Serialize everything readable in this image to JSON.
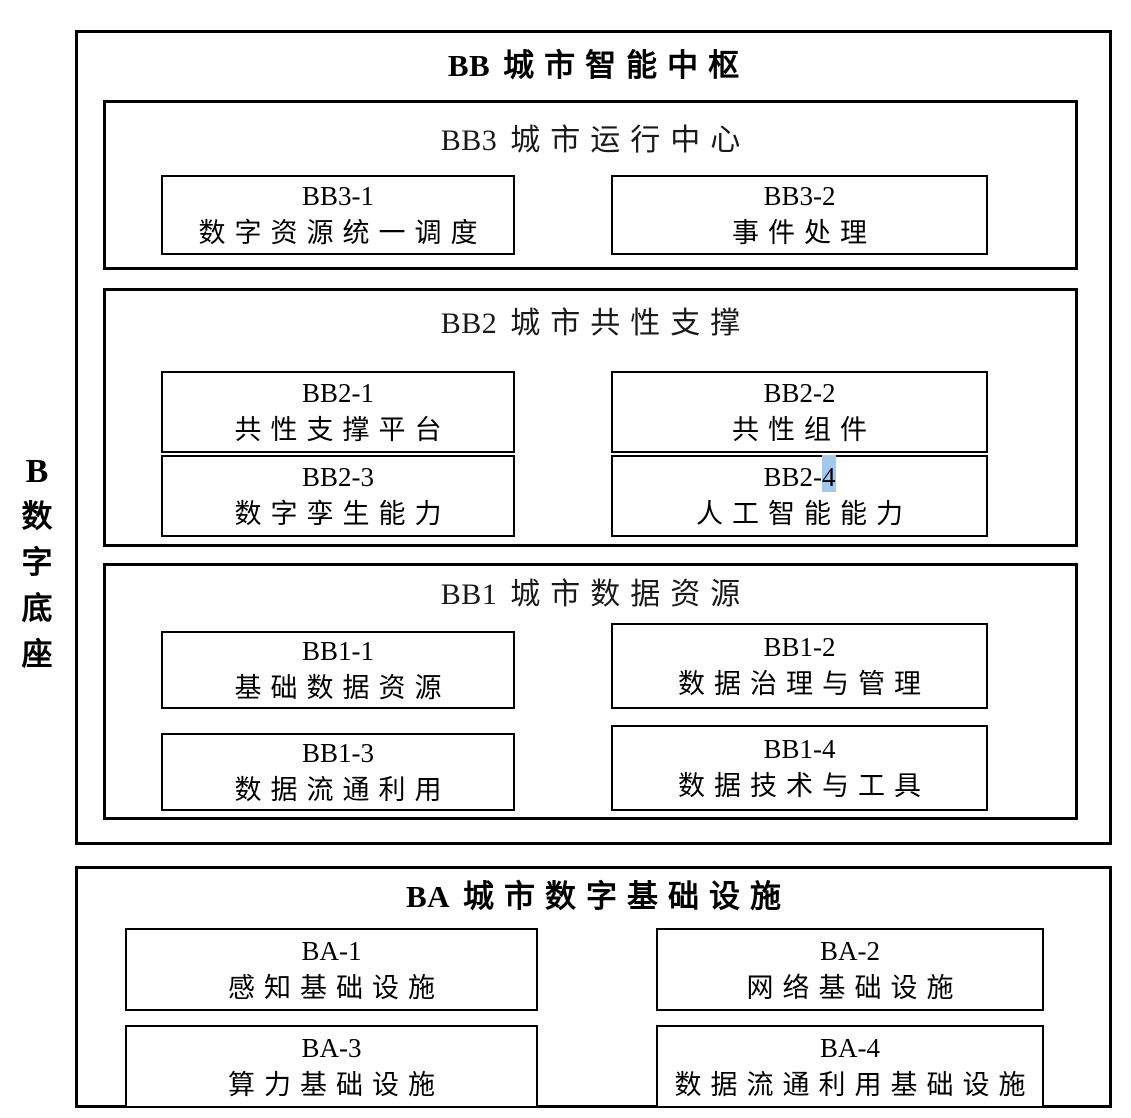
{
  "side_label": {
    "code": "B",
    "text": "数字底座"
  },
  "hub": {
    "title_code": "BB",
    "title_text": "城市智能中枢",
    "sections": [
      {
        "title_code": "BB3",
        "title_text": "城市运行中心",
        "boxes": [
          {
            "code": "BB3-1",
            "label": "数字资源统一调度"
          },
          {
            "code": "BB3-2",
            "label": "事件处理"
          }
        ]
      },
      {
        "title_code": "BB2",
        "title_text": "城市共性支撑",
        "boxes": [
          {
            "code": "BB2-1",
            "label": "共性支撑平台"
          },
          {
            "code": "BB2-2",
            "label": "共性组件"
          },
          {
            "code": "BB2-3",
            "label": "数字孪生能力"
          },
          {
            "code": "BB2-4",
            "label": "人工智能能力",
            "highlight_last_char": true
          }
        ]
      },
      {
        "title_code": "BB1",
        "title_text": "城市数据资源",
        "boxes": [
          {
            "code": "BB1-1",
            "label": "基础数据资源"
          },
          {
            "code": "BB1-2",
            "label": "数据治理与管理"
          },
          {
            "code": "BB1-3",
            "label": "数据流通利用"
          },
          {
            "code": "BB1-4",
            "label": "数据技术与工具"
          }
        ]
      }
    ]
  },
  "infrastructure": {
    "title_code": "BA",
    "title_text": "城市数字基础设施",
    "boxes": [
      {
        "code": "BA-1",
        "label": "感知基础设施"
      },
      {
        "code": "BA-2",
        "label": "网络基础设施"
      },
      {
        "code": "BA-3",
        "label": "算力基础设施"
      },
      {
        "code": "BA-4",
        "label": "数据流通利用基础设施"
      }
    ]
  },
  "colors": {
    "border": "#000000",
    "text": "#000000",
    "selection_highlight": "#a4c7ee",
    "background": "#ffffff"
  }
}
